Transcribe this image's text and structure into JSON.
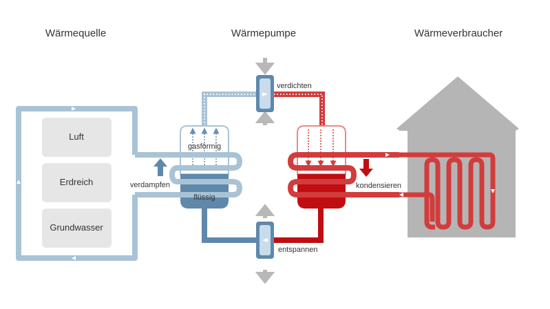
{
  "titles": {
    "source": "Wärmequelle",
    "pump": "Wärmepumpe",
    "consumer": "Wärmeverbraucher"
  },
  "sources": [
    "Luft",
    "Erdreich",
    "Grundwasser"
  ],
  "labels": {
    "compress": "verdichten",
    "expand": "entspannen",
    "evaporate": "verdampfen",
    "condense": "kondensieren",
    "gaseous": "gasförmig",
    "liquid": "flüssig"
  },
  "colors": {
    "cold_light": "#a9c3d6",
    "cold_dark": "#5f88ab",
    "hot": "#d23c3c",
    "hot_dark": "#c00d12",
    "house": "#b5b5b5",
    "source_box": "#e6e6e6",
    "arrow_grey": "#b8b8b8"
  }
}
